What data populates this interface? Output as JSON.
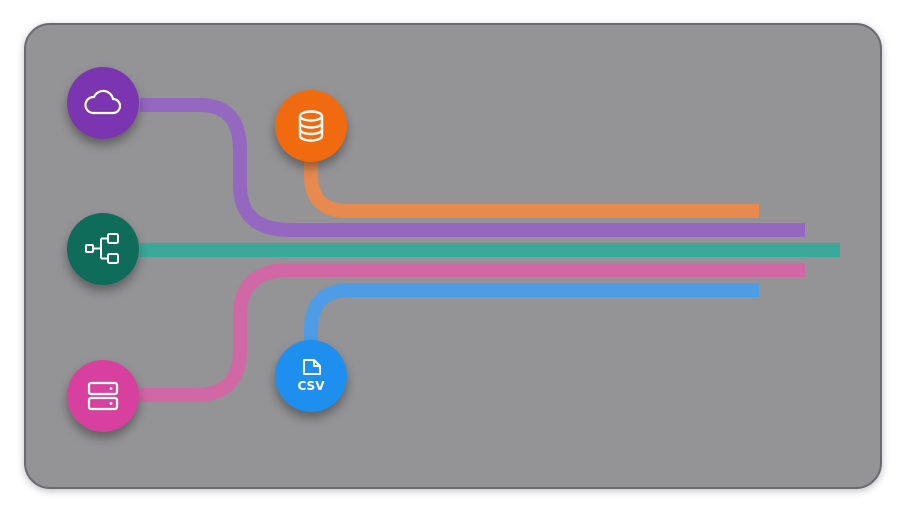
{
  "diagram": {
    "nodes": [
      {
        "id": "cloud",
        "icon": "cloud-icon",
        "color": "#7b35b0"
      },
      {
        "id": "database",
        "icon": "database-icon",
        "color": "#f26a10"
      },
      {
        "id": "network",
        "icon": "network-icon",
        "color": "#0f6b5a"
      },
      {
        "id": "server",
        "icon": "server-icon",
        "color": "#d8409f"
      },
      {
        "id": "csv",
        "icon": "csv-file-icon",
        "label": "CSV",
        "color": "#1e8fef"
      }
    ],
    "flows": [
      {
        "from": "database",
        "color": "#e8894f"
      },
      {
        "from": "cloud",
        "color": "#9467c0"
      },
      {
        "from": "network",
        "color": "#3aa99a"
      },
      {
        "from": "server",
        "color": "#d267a6"
      },
      {
        "from": "csv",
        "color": "#4e9be6"
      }
    ]
  }
}
